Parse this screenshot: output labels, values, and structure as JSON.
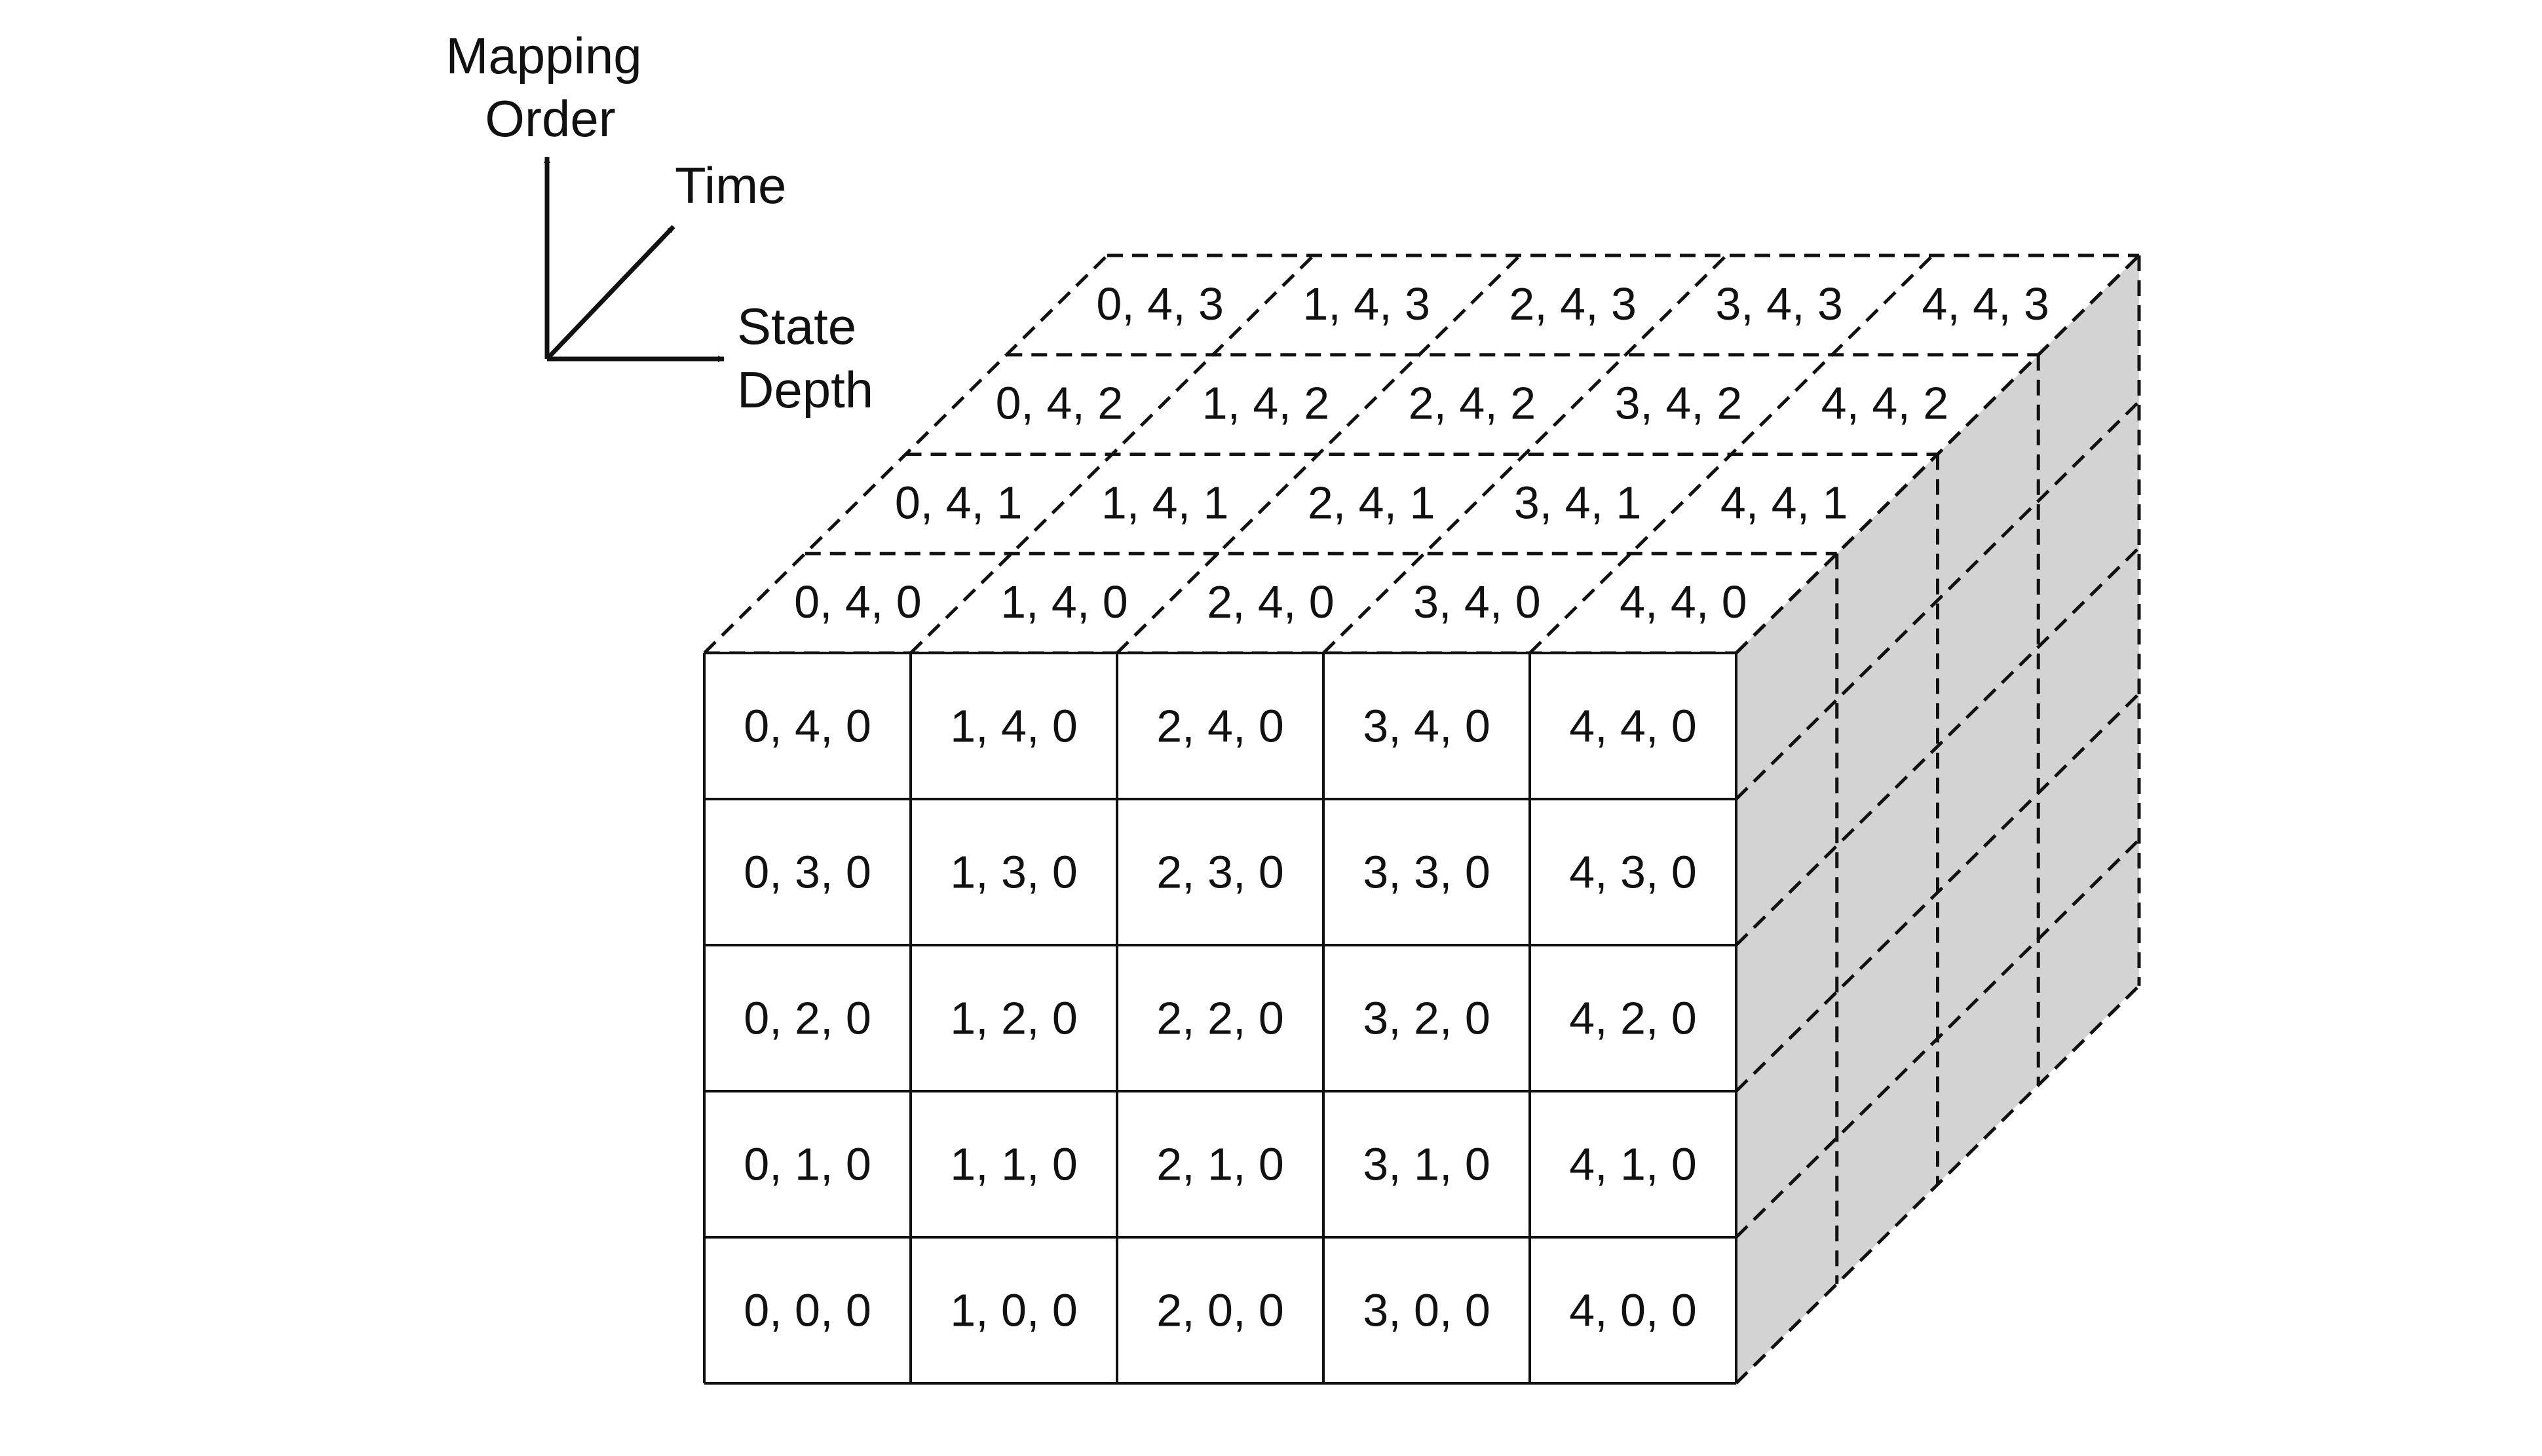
{
  "axes": {
    "mapping_order_line1": "Mapping",
    "mapping_order_line2": "Order",
    "time": "Time",
    "state_depth_line1": "State",
    "state_depth_line2": "Depth"
  },
  "front_rows": [
    [
      "0, 4, 0",
      "1, 4, 0",
      "2, 4, 0",
      "3, 4, 0",
      "4, 4, 0"
    ],
    [
      "0, 3, 0",
      "1, 3, 0",
      "2, 3, 0",
      "3, 3, 0",
      "4, 3, 0"
    ],
    [
      "0, 2, 0",
      "1, 2, 0",
      "2, 2, 0",
      "3, 2, 0",
      "4, 2, 0"
    ],
    [
      "0, 1, 0",
      "1, 1, 0",
      "2, 1, 0",
      "3, 1, 0",
      "4, 1, 0"
    ],
    [
      "0, 0, 0",
      "1, 0, 0",
      "2, 0, 0",
      "3, 0, 0",
      "4, 0, 0"
    ]
  ],
  "top_rows": [
    [
      "0, 4, 0",
      "1, 4, 0",
      "2, 4, 0",
      "3, 4, 0",
      "4, 4, 0"
    ],
    [
      "0, 4, 1",
      "1, 4, 1",
      "2, 4, 1",
      "3, 4, 1",
      "4, 4, 1"
    ],
    [
      "0, 4, 2",
      "1, 4, 2",
      "2, 4, 2",
      "3, 4, 2",
      "4, 4, 2"
    ],
    [
      "0, 4, 3",
      "1, 4, 3",
      "2, 4, 3",
      "3, 4, 3",
      "4, 4, 3"
    ]
  ],
  "colors": {
    "line": "#111111",
    "side_face": "#d3d3d3",
    "front_face": "#ffffff"
  }
}
